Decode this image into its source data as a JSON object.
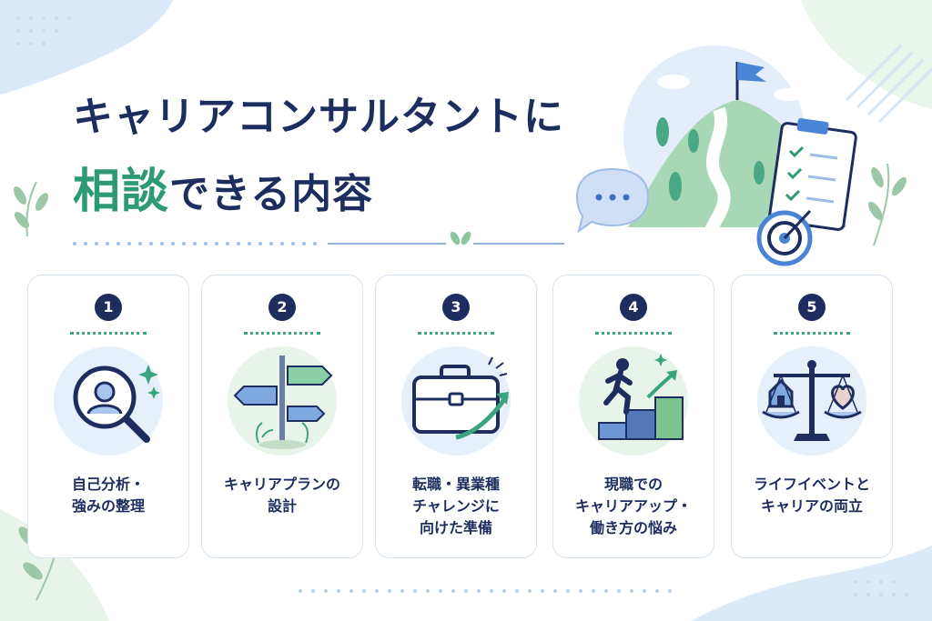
{
  "title": {
    "line1": "キャリアコンサルタントに",
    "line2_accent": "相談",
    "line2_rest": "できる内容"
  },
  "cards": [
    {
      "number": "1",
      "icon": "person-magnifier-icon",
      "label_lines": [
        "自己分析・",
        "強みの整理"
      ]
    },
    {
      "number": "2",
      "icon": "signpost-icon",
      "label_lines": [
        "キャリアプランの",
        "設計"
      ]
    },
    {
      "number": "3",
      "icon": "briefcase-arrow-icon",
      "label_lines": [
        "転職・異業種",
        "チャレンジに",
        "向けた準備"
      ]
    },
    {
      "number": "4",
      "icon": "climbing-steps-icon",
      "label_lines": [
        "現職での",
        "キャリアアップ・",
        "働き方の悩み"
      ]
    },
    {
      "number": "5",
      "icon": "balance-scale-icon",
      "label_lines": [
        "ライフイベントと",
        "キャリアの両立"
      ]
    }
  ],
  "colors": {
    "navy": "#1c2d5e",
    "green": "#2e9a73",
    "light_blue": "#e6f0fb",
    "light_green": "#e8f4ea",
    "card_border": "#d4e3f1"
  }
}
